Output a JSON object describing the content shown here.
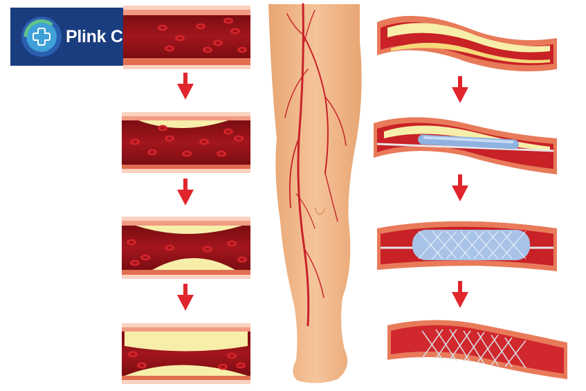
{
  "brand": {
    "name": "Plink Care",
    "logo_icon": "medical-cross-shield-icon"
  },
  "colors": {
    "brand_bg": "#1a3d7f",
    "blood": "#b81a22",
    "vessel_wall": "#e87a5a",
    "plaque": "#f7eeaa",
    "skin": "#f0b98a",
    "arrow": "#e0252c",
    "stent": "#a9c3e8"
  },
  "diagram": {
    "left_stages": [
      "healthy-artery",
      "early-plaque",
      "moderate-plaque",
      "severe-plaque"
    ],
    "right_stages": [
      "blocked-artery",
      "catheter-inserted",
      "balloon-inflated",
      "stent-placed"
    ]
  }
}
